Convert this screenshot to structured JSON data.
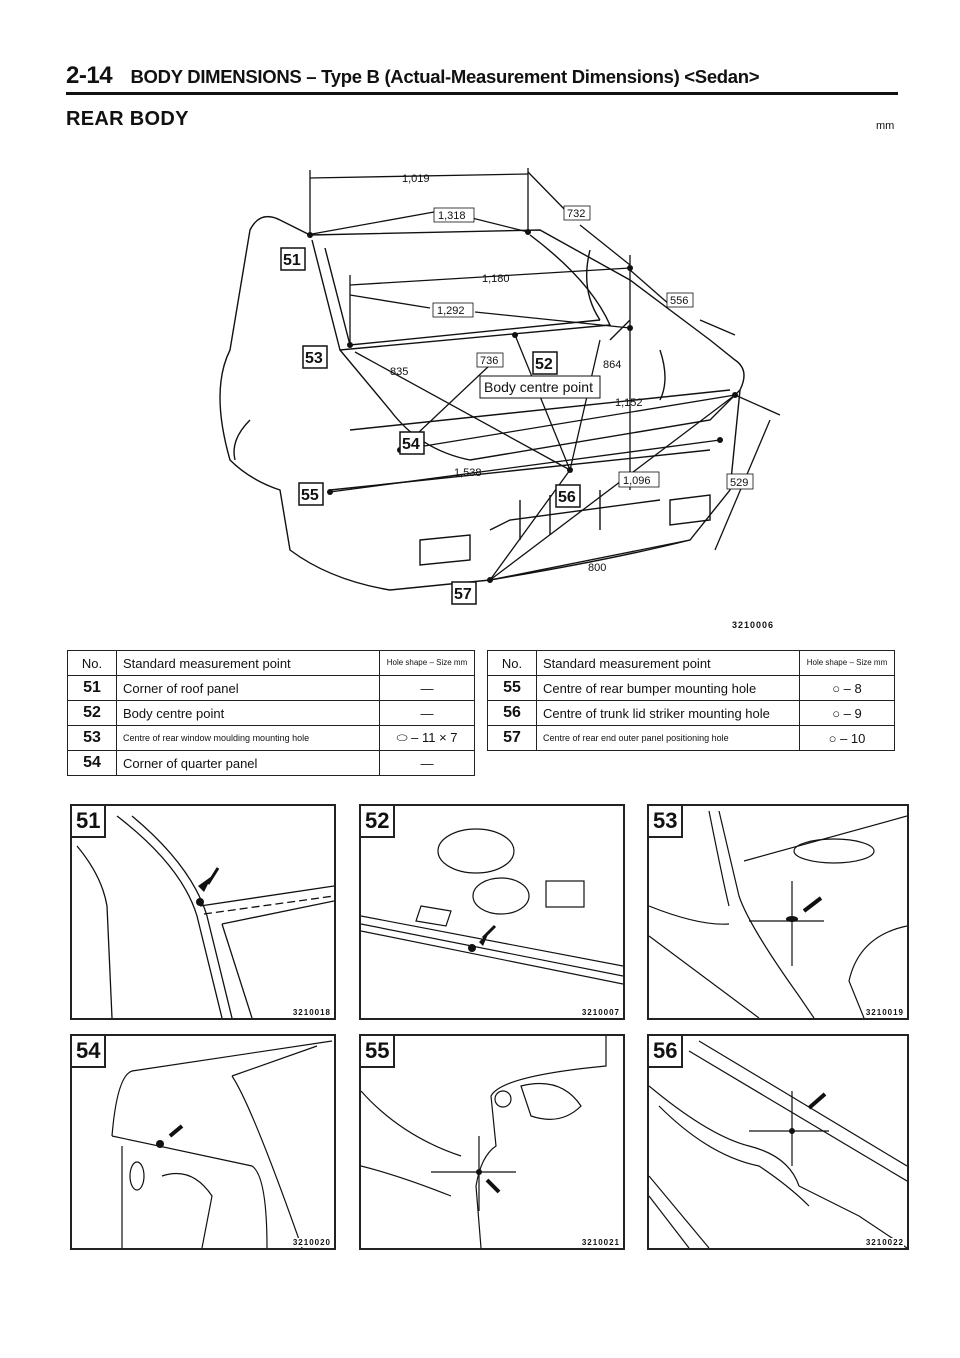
{
  "header": {
    "page_number": "2-14",
    "title": "BODY DIMENSIONS – Type B (Actual-Measurement Dimensions) <Sedan>",
    "section": "REAR BODY",
    "unit": "mm"
  },
  "diagram": {
    "figure_code": "3210006",
    "callouts": [
      "51",
      "52",
      "53",
      "54",
      "55",
      "56",
      "57"
    ],
    "body_centre_label": "Body centre point",
    "dimensions": {
      "d1019": "1,019",
      "d1318": "1,318",
      "d732": "732",
      "d1180": "1,180",
      "d1292": "1,292",
      "d556": "556",
      "d736": "736",
      "d835": "835",
      "d864": "864",
      "d1152": "1,152",
      "d1538": "1,538",
      "d1096": "1,096",
      "d529": "529",
      "d800": "800"
    }
  },
  "table": {
    "headers": {
      "no": "No.",
      "point": "Standard measurement point",
      "hole_shape": "Hole shape",
      "dash": "–",
      "size": "Size mm"
    },
    "left_rows": [
      {
        "no": "51",
        "point": "Corner of roof panel",
        "hole": "—"
      },
      {
        "no": "52",
        "point": "Body centre point",
        "hole": "—"
      },
      {
        "no": "53",
        "point": "Centre of rear window moulding mounting hole",
        "hole": "⬭ – 11 × 7"
      },
      {
        "no": "54",
        "point": "Corner of quarter panel",
        "hole": "—"
      }
    ],
    "right_rows": [
      {
        "no": "55",
        "point": "Centre of rear bumper mounting hole",
        "hole": "○ – 8"
      },
      {
        "no": "56",
        "point": "Centre of trunk lid striker mounting hole",
        "hole": "○ – 9"
      },
      {
        "no": "57",
        "point": "Centre of rear end outer panel positioning hole",
        "hole": "○ – 10"
      }
    ]
  },
  "detail_views": [
    {
      "label": "51",
      "code": "3210018"
    },
    {
      "label": "52",
      "code": "3210007"
    },
    {
      "label": "53",
      "code": "3210019"
    },
    {
      "label": "54",
      "code": "3210020"
    },
    {
      "label": "55",
      "code": "3210021"
    },
    {
      "label": "56",
      "code": "3210022"
    }
  ]
}
